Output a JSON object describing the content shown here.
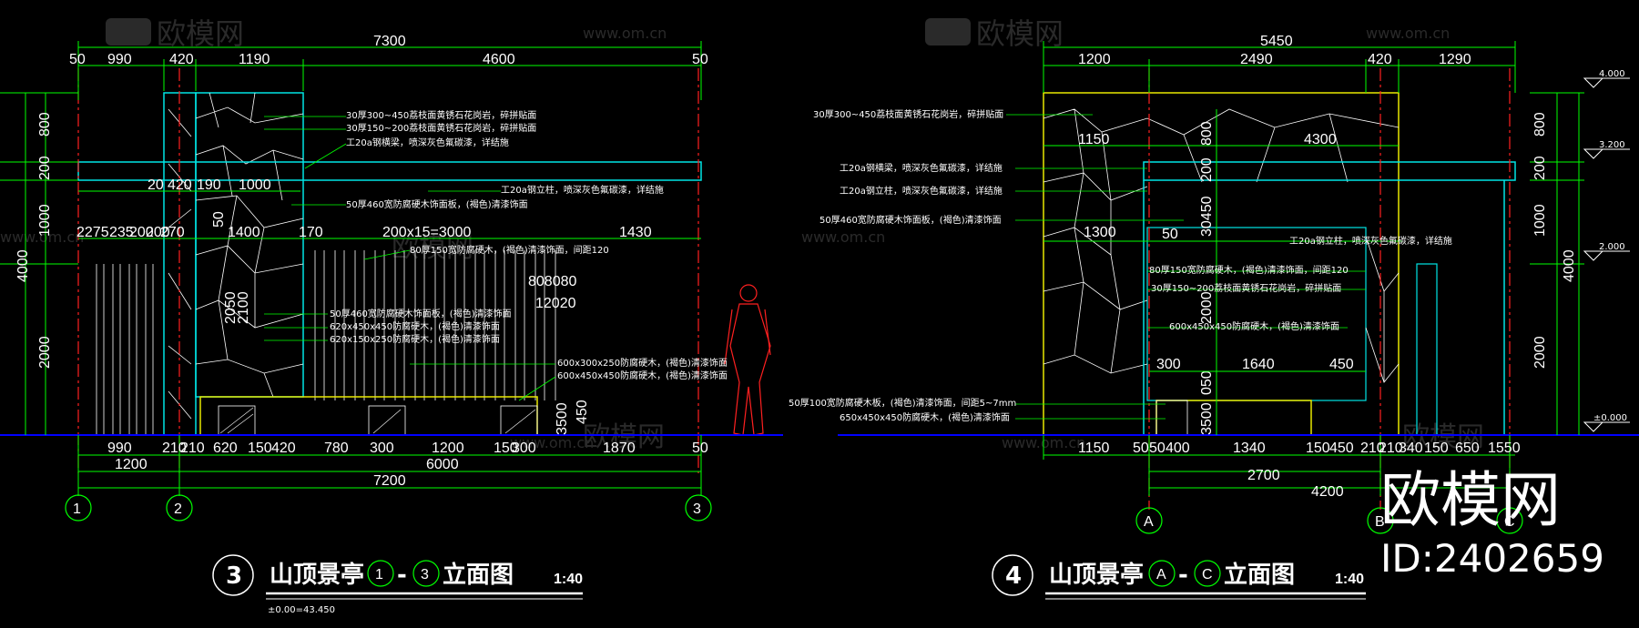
{
  "watermarks": {
    "logo_text": "欧模网",
    "site": "www.om.cn"
  },
  "corner_brand": {
    "name": "欧模网",
    "id": "ID:2402659"
  },
  "left": {
    "top_total": "7300",
    "top_dims": [
      "50",
      "990",
      "420",
      "1190",
      "4600",
      "50"
    ],
    "left_vert": [
      "800",
      "200",
      "1000",
      "4000",
      "2000"
    ],
    "inner_dims": [
      "20",
      "420",
      "190",
      "1000",
      "50",
      "1400",
      "170",
      "200x15=3000",
      "1430",
      "2275",
      "235",
      "200",
      "200",
      "270"
    ],
    "mid_dims": [
      "808080",
      "12020",
      "2050",
      "2100"
    ],
    "bottom_row1": [
      "990",
      "210",
      "210",
      "620",
      "150",
      "420",
      "780",
      "300",
      "1200",
      "150",
      "300",
      "1870",
      "50"
    ],
    "bottom_row2": [
      "1200",
      "6000"
    ],
    "bottom_total": "7200",
    "bench_dims": [
      "3500",
      "450"
    ],
    "axes": [
      "1",
      "2",
      "3"
    ],
    "notes": [
      "30厚300~450荔枝面黄锈石花岗岩，碎拼贴面",
      "30厚150~200荔枝面黄锈石花岗岩，碎拼贴面",
      "工20a钢横梁，喷深灰色氟碳漆，详结施",
      "工20a钢立柱，喷深灰色氟碳漆，详结施",
      "50厚460宽防腐硬木饰面板，(褐色)清漆饰面",
      "80厚150宽防腐硬木，(褐色)清漆饰面，间距120",
      "50厚460宽防腐硬木饰面板，(褐色)清漆饰面",
      "620x450x450防腐硬木，(褐色)清漆饰面",
      "620x150x250防腐硬木，(褐色)清漆饰面",
      "600x300x250防腐硬木，(褐色)清漆饰面",
      "600x450x450防腐硬木，(褐色)清漆饰面"
    ],
    "title_num": "3",
    "title_text": "山顶景亭",
    "title_ax1": "1",
    "title_sep": "-",
    "title_ax2": "3",
    "title_suffix": "立面图",
    "scale": "1:40",
    "elev_note": "±0.00=43.450"
  },
  "right": {
    "top_total": "5450",
    "top_dims": [
      "1200",
      "2490",
      "420",
      "1290"
    ],
    "inner_dims": [
      "1150",
      "4300",
      "800",
      "200",
      "1300",
      "50",
      "30450",
      "2000",
      "300",
      "1640",
      "450",
      "3500",
      "050"
    ],
    "right_vert": [
      "800",
      "200",
      "1000",
      "4000",
      "2000"
    ],
    "levels": [
      "4.000",
      "3.200",
      "2.000",
      "±0.000"
    ],
    "bottom_row1": [
      "1150",
      "50",
      "50",
      "400",
      "1340",
      "150",
      "450",
      "210",
      "210",
      "340",
      "150",
      "650",
      "1550"
    ],
    "bottom_row2": [
      "2700",
      "4200"
    ],
    "axes": [
      "A",
      "B",
      "C"
    ],
    "notes": [
      "30厚300~450荔枝面黄锈石花岗岩，碎拼贴面",
      "工20a钢横梁，喷深灰色氟碳漆，详结施",
      "工20a钢立柱，喷深灰色氟碳漆，详结施",
      "50厚460宽防腐硬木饰面板，(褐色)清漆饰面",
      "工20a钢立柱，喷深灰色氟碳漆，详结施",
      "80厚150宽防腐硬木，(褐色)清漆饰面，间距120",
      "30厚150~200荔枝面黄锈石花岗岩，碎拼贴面",
      "600x450x450防腐硬木，(褐色)清漆饰面",
      "50厚100宽防腐硬木板，(褐色)清漆饰面，间距5~7mm",
      "650x450x450防腐硬木，(褐色)清漆饰面"
    ],
    "title_num": "4",
    "title_text": "山顶景亭",
    "title_ax1": "A",
    "title_sep": "-",
    "title_ax2": "C",
    "title_suffix": "立面图",
    "scale": "1:40"
  },
  "colors": {
    "dim_line": "#00ff00",
    "cyan": "#00e5e5",
    "yellow": "#e8e800",
    "red": "#ff2020",
    "ground": "#0000ff",
    "white": "#ffffff"
  }
}
